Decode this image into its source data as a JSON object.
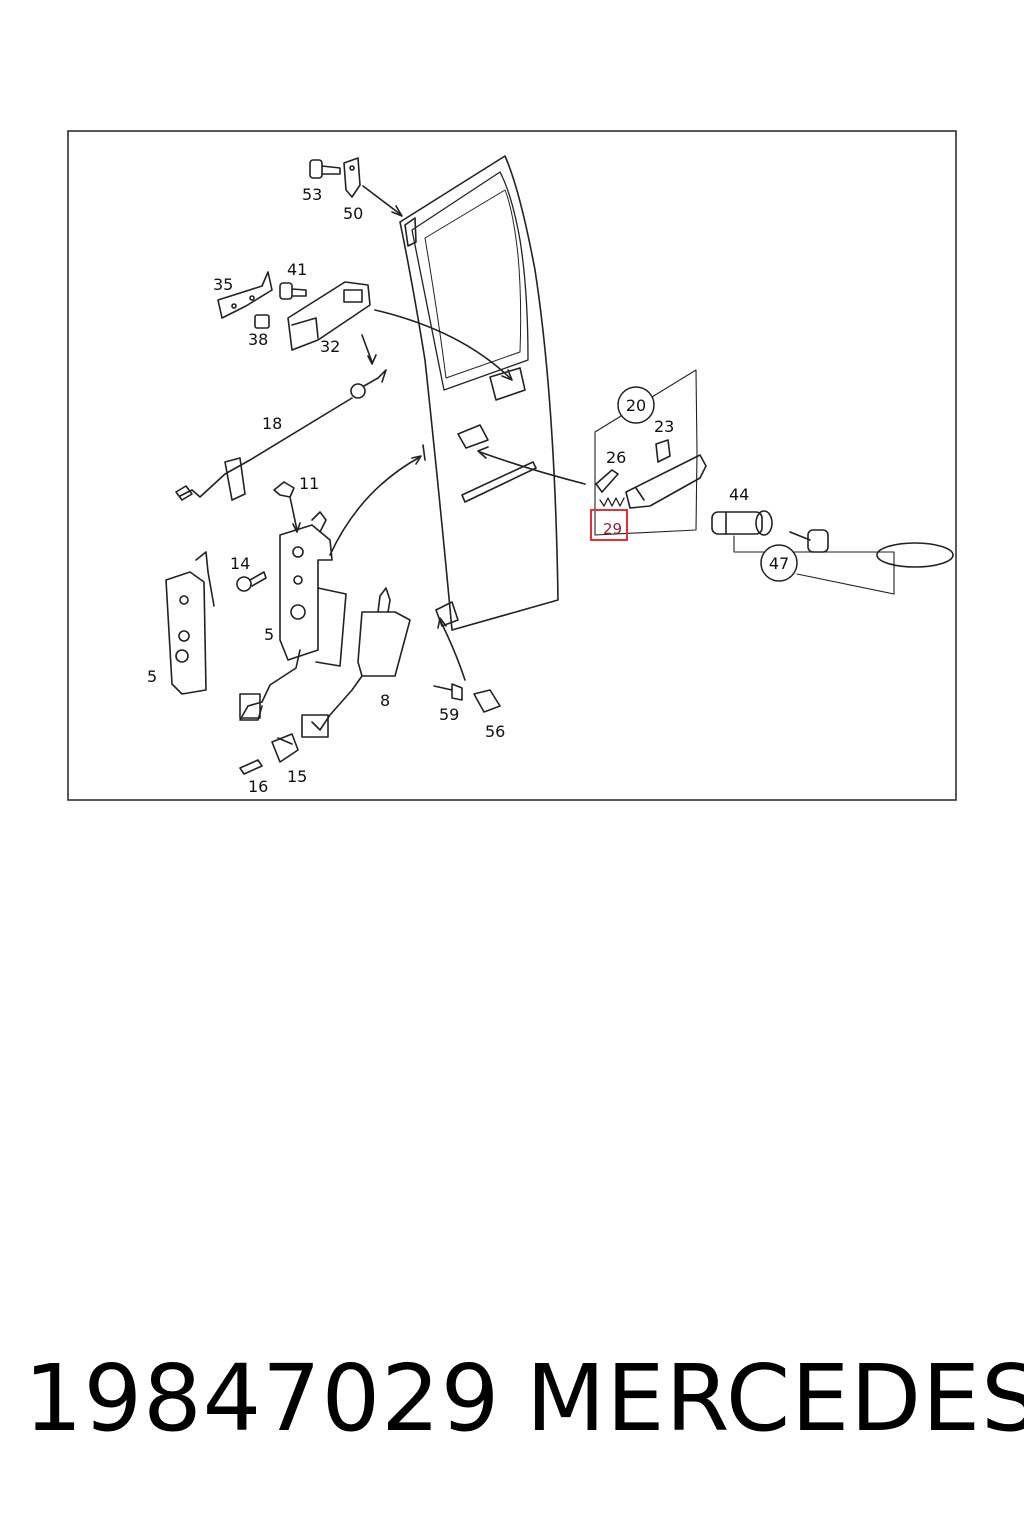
{
  "diagram": {
    "part_labels": {
      "p53": "53",
      "p50": "50",
      "p35": "35",
      "p41": "41",
      "p38": "38",
      "p32": "32",
      "p18": "18",
      "p11": "11",
      "p14": "14",
      "p5a": "5",
      "p5b": "5",
      "p8": "8",
      "p59": "59",
      "p56": "56",
      "p16": "16",
      "p15": "15",
      "p26": "26",
      "p23": "23",
      "p44": "44",
      "p29": "29"
    },
    "callouts": {
      "c20": "20",
      "c47": "47"
    },
    "highlight": {
      "part": "29",
      "color": "#e0323c"
    }
  },
  "footer": {
    "part_number": "19847029",
    "make": "MERCEDES"
  }
}
